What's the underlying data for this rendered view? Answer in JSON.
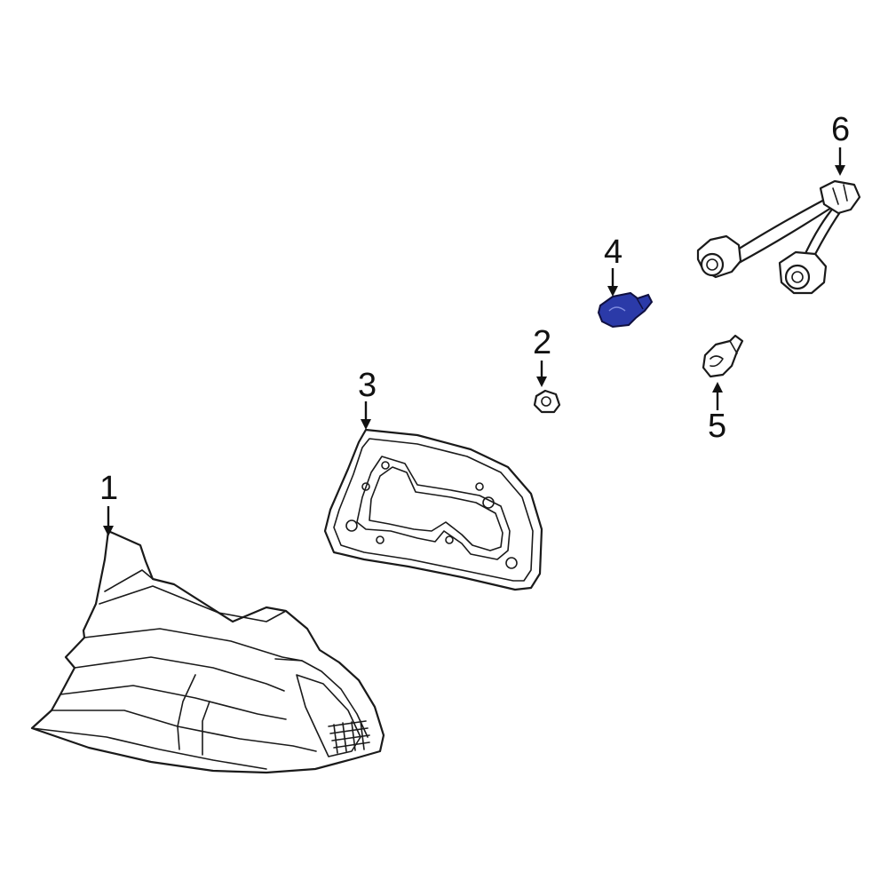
{
  "diagram": {
    "highlight_color": "#2b3aa8",
    "callouts": [
      {
        "id": "1",
        "label": "1"
      },
      {
        "id": "2",
        "label": "2"
      },
      {
        "id": "3",
        "label": "3"
      },
      {
        "id": "4",
        "label": "4"
      },
      {
        "id": "5",
        "label": "5"
      },
      {
        "id": "6",
        "label": "6"
      }
    ]
  }
}
